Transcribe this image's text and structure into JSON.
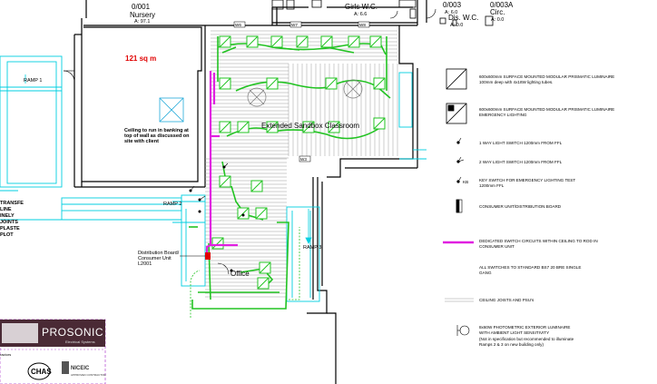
{
  "rooms": {
    "nursery_code": "0/001",
    "nursery_name": "Nursery",
    "nursery_area_code": "A: 97.1",
    "girls_wc": "Girls W.C.",
    "girls_wc_code": "A: 6.6",
    "r003_code": "0/003",
    "r003_code2": "A: 6.0",
    "r003a_code": "0/003A",
    "r003a_name": "Circ.",
    "r003a_area": "A: 0.0",
    "dis_wc": "Dis. W.C.",
    "dis_wc_code": "A: 0.0",
    "area_label": "121 sq m",
    "extended_classroom": "Extended Sandbox Classroom",
    "office": "Office"
  },
  "labels": {
    "ramp1": "RAMP 1",
    "ramp2": "RAMP 2",
    "ramp3": "RAMP 3",
    "ceiling_note_1": "Ceiling to run in banking at",
    "ceiling_note_2": "top of wall as discussed on",
    "ceiling_note_3": "site with client",
    "dist_board_1": "Distribution Board/",
    "dist_board_2": "Consumer Unit",
    "dist_board_3": "L2001",
    "left_notes": [
      "TRANSFE",
      "LINE",
      "INELY",
      "JOINTS",
      "PLASTE",
      "PLOT"
    ]
  },
  "legend": {
    "items": [
      {
        "icon": "modular-luminaire-icon",
        "text1": "600x600mm SURFACE MOUNTED MODULAR PRISMATIC LUMINAIRE",
        "text2": "100mm deep with 4x18W lighting tubes."
      },
      {
        "icon": "emergency-luminaire-icon",
        "text1": "600x600mm SURFACE MOUNTED MODULAR PRISMATIC LUMINAIRE",
        "text2": "EMERGENCY LIGHTING"
      },
      {
        "icon": "one-way-switch-icon",
        "text1": "1 WAY LIGHT SWITCH 1200mm FROM FFL",
        "text2": ""
      },
      {
        "icon": "two-way-switch-icon",
        "text1": "2 WAY LIGHT SWITCH 1200mm FROM FFL",
        "text2": ""
      },
      {
        "icon": "key-switch-icon",
        "text1": "KEY SWITCH FOR EMERGENCY LIGHTING TEST",
        "text2": "1200mm FFL"
      },
      {
        "icon": "consumer-unit-icon",
        "text1": "CONSUMER UNIT/DISTRIBUTION BOARD",
        "text2": ""
      },
      {
        "icon": "dedicated-circuit-icon",
        "text1": "DEDICATED SWITCH CIRCUITS WITHIN CEILING TO ROD IN",
        "text2": "CONSUMER UNIT"
      },
      {
        "icon": "none",
        "text1": "ALL SWITCHES TO STANDARD BS7 20 BRE SINGLE",
        "text2": "GANG"
      },
      {
        "icon": "ceiling-joists-icon",
        "text1": "CEILING JOISTS AND PSU's",
        "text2": ""
      },
      {
        "icon": "photometric-luminaire-icon",
        "text1": "8x60W PHOTOMETRIC EXTERIOR LUMINAIRE",
        "text2": "WITH AMBIENT LIGHT SENSITIVITY",
        "text3": "(Not in specification but recommended to illuminate",
        "text4": "Ramps 2 & 3 on new building only)"
      }
    ],
    "kb_label": "KB"
  },
  "logo": {
    "brand": "PROSONIC",
    "tagline": "Electrical Systems",
    "badge": "CHAS",
    "niceic": "NICEIC",
    "niceic_sub": "APPROVED CONTRACTOR",
    "side": "ractors"
  }
}
